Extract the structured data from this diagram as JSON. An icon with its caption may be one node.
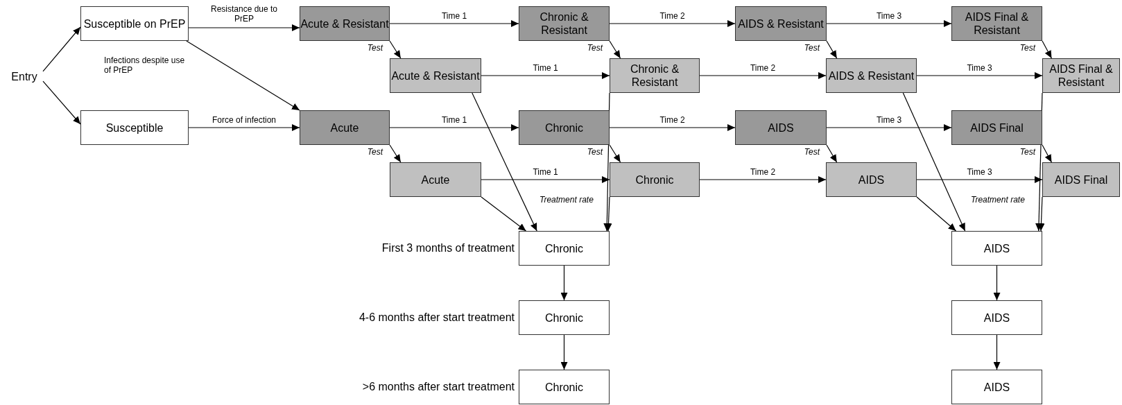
{
  "diagram": {
    "nodes": [
      {
        "text": [
          "Entry"
        ]
      },
      {
        "text": [
          "Susceptible on PrEP"
        ]
      },
      {
        "text": [
          "Susceptible"
        ]
      },
      {
        "text": [
          "Acute & Resistant"
        ]
      },
      {
        "text": [
          "Chronic & Resistant"
        ]
      },
      {
        "text": [
          "AIDS & Resistant"
        ]
      },
      {
        "text": [
          "AIDS Final & Resistant"
        ]
      },
      {
        "text": [
          "Acute & Resistant"
        ]
      },
      {
        "text": [
          "Chronic & Resistant"
        ]
      },
      {
        "text": [
          "AIDS & Resistant"
        ]
      },
      {
        "text": [
          "AIDS Final & Resistant"
        ]
      },
      {
        "text": [
          "Acute"
        ]
      },
      {
        "text": [
          "Chronic"
        ]
      },
      {
        "text": [
          "AIDS"
        ]
      },
      {
        "text": [
          "AIDS Final"
        ]
      },
      {
        "text": [
          "Acute"
        ]
      },
      {
        "text": [
          "Chronic"
        ]
      },
      {
        "text": [
          "AIDS"
        ]
      },
      {
        "text": [
          "AIDS Final"
        ]
      },
      {
        "text": [
          "Chronic"
        ],
        "beside": [
          "First 3 months of treatment"
        ]
      },
      {
        "text": [
          "Chronic"
        ],
        "beside": [
          "4-6 months after start treatment"
        ]
      },
      {
        "text": [
          "Chronic"
        ],
        "beside": [
          ">6 months after start treatment"
        ]
      },
      {
        "text": [
          "AIDS"
        ]
      },
      {
        "text": [
          "AIDS"
        ]
      },
      {
        "text": [
          "AIDS"
        ]
      }
    ],
    "edges": [
      {
        "from": 0,
        "to": 1,
        "arrow": "to"
      },
      {
        "from": 0,
        "to": 2,
        "arrow": "to"
      },
      {
        "from": 1,
        "to": 3,
        "arrow": "to",
        "label": "Resistance due to PrEP"
      },
      {
        "from": 1,
        "to": 11,
        "arrow": "to",
        "label": "Infections despite use of PrEP"
      },
      {
        "from": 2,
        "to": 11,
        "arrow": "to",
        "label": "Force of infection"
      },
      {
        "from": 3,
        "to": 4,
        "arrow": "to",
        "label": "Time 1"
      },
      {
        "from": 3,
        "to": 7,
        "arrow": "to",
        "label": "Test"
      },
      {
        "from": 4,
        "to": 5,
        "arrow": "to",
        "label": "Time 2"
      },
      {
        "from": 4,
        "to": 8,
        "arrow": "to",
        "label": "Test"
      },
      {
        "from": 5,
        "to": 6,
        "arrow": "to",
        "label": "Time 3"
      },
      {
        "from": 5,
        "to": 9,
        "arrow": "to",
        "label": "Test"
      },
      {
        "from": 6,
        "to": 10,
        "arrow": "to",
        "label": "Test"
      },
      {
        "from": 7,
        "to": 8,
        "arrow": "to",
        "label": "Time 1"
      },
      {
        "from": 8,
        "to": 9,
        "arrow": "to",
        "label": "Time 2"
      },
      {
        "from": 9,
        "to": 10,
        "arrow": "to",
        "label": "Time 3"
      },
      {
        "from": 11,
        "to": 12,
        "arrow": "to",
        "label": "Time 1"
      },
      {
        "from": 11,
        "to": 15,
        "arrow": "to",
        "label": "Test"
      },
      {
        "from": 12,
        "to": 13,
        "arrow": "to",
        "label": "Time 2"
      },
      {
        "from": 12,
        "to": 16,
        "arrow": "to",
        "label": "Test"
      },
      {
        "from": 13,
        "to": 14,
        "arrow": "to",
        "label": "Time 3"
      },
      {
        "from": 13,
        "to": 17,
        "arrow": "to",
        "label": "Test"
      },
      {
        "from": 14,
        "to": 18,
        "arrow": "to",
        "label": "Test"
      },
      {
        "from": 15,
        "to": 16,
        "arrow": "to",
        "label": "Time 1"
      },
      {
        "from": 16,
        "to": 17,
        "arrow": "to",
        "label": "Time 2"
      },
      {
        "from": 17,
        "to": 18,
        "arrow": "to",
        "label": "Time 3"
      },
      {
        "from": 7,
        "to": 19,
        "arrow": "to"
      },
      {
        "from": 15,
        "to": 19,
        "arrow": "to"
      },
      {
        "from": 8,
        "to": 19,
        "arrow": "to",
        "label": "Treatment rate"
      },
      {
        "from": 16,
        "to": 19,
        "arrow": "to"
      },
      {
        "from": 9,
        "to": 22,
        "arrow": "to"
      },
      {
        "from": 17,
        "to": 22,
        "arrow": "to"
      },
      {
        "from": 10,
        "to": 22,
        "arrow": "to",
        "label": "Treatment rate"
      },
      {
        "from": 18,
        "to": 22,
        "arrow": "to"
      },
      {
        "from": 19,
        "to": 20,
        "arrow": "to"
      },
      {
        "from": 20,
        "to": 21,
        "arrow": "to"
      },
      {
        "from": 22,
        "to": 23,
        "arrow": "to"
      },
      {
        "from": 23,
        "to": 24,
        "arrow": "to"
      }
    ]
  }
}
